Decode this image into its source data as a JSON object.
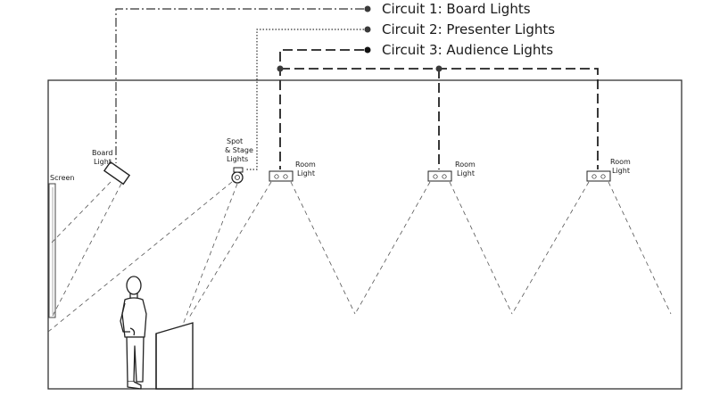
{
  "legend": {
    "circuit1": "Circuit 1: Board Lights",
    "circuit2": "Circuit 2: Presenter Lights",
    "circuit3": "Circuit 3: Audience Lights"
  },
  "labels": {
    "screen": "Screen",
    "board_light_line1": "Board",
    "board_light_line2": "Light",
    "spot_line1": "Spot",
    "spot_line2": "& Stage",
    "spot_line3": "Lights",
    "room_light_line1": "Room",
    "room_light_line2": "Light"
  },
  "colors": {
    "line": "#222222",
    "wall": "#333333",
    "beam": "#555555",
    "dot": "#3a3a3a"
  }
}
